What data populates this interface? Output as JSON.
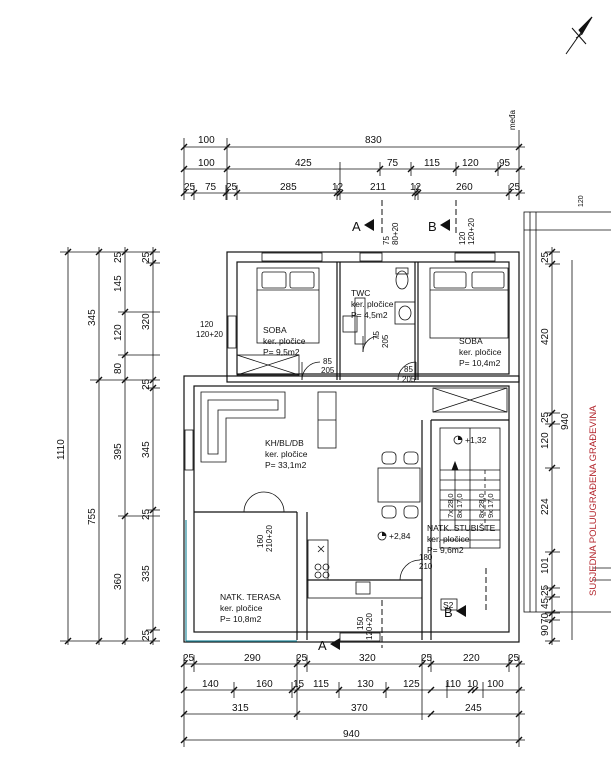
{
  "drawing": {
    "meda_label": "međa",
    "neighbor_label": "SUSJEDNA POLUUGRAĐENA GRAĐEVINA"
  },
  "dims": {
    "top_total": "830",
    "top_left_100": "100",
    "row2": [
      "100",
      "425",
      "75",
      "115",
      "120",
      "95"
    ],
    "row3": [
      "25",
      "75",
      "25",
      "285",
      "12",
      "211",
      "12",
      "260",
      "25"
    ],
    "bottom_row1": [
      "25",
      "290",
      "25",
      "320",
      "25",
      "220",
      "25"
    ],
    "bottom_row2": [
      "140",
      "160",
      "15",
      "115",
      "130",
      "125",
      "110",
      "10",
      "100"
    ],
    "bottom_row3": [
      "315",
      "370",
      "245"
    ],
    "bottom_total": "940",
    "left_total": "1110",
    "left_col1": [
      "345",
      "755"
    ],
    "left_col2": [
      "25",
      "145",
      "120",
      "80",
      "395",
      "360"
    ],
    "left_col3": [
      "320",
      "25",
      "345",
      "25",
      "335",
      "25"
    ],
    "right_col": [
      "25",
      "420",
      "25",
      "120",
      "224",
      "101",
      "25",
      "45",
      "70",
      "25",
      "90"
    ],
    "right_940": "940",
    "right_top": [
      "120",
      "120",
      "205"
    ],
    "openings": {
      "twc_top": [
        "75",
        "80+20"
      ],
      "soba2_top": [
        "120",
        "120+20"
      ],
      "soba1_left": [
        "120",
        "120+20"
      ],
      "door1": [
        "85",
        "205"
      ],
      "door2": [
        "85",
        "205"
      ],
      "twc_door": [
        "75",
        "205"
      ],
      "terrace_door": [
        "160",
        "210+20"
      ],
      "stair_door": [
        "180",
        "210"
      ],
      "kitchen_window": [
        "120+20",
        "150"
      ]
    }
  },
  "rooms": [
    {
      "name": "SOBA",
      "finish": "ker. pločice",
      "area": "P= 9,5m2"
    },
    {
      "name": "TWC",
      "finish": "ker. pločice",
      "area": "P= 4,5m2"
    },
    {
      "name": "SOBA",
      "finish": "ker. pločice",
      "area": "P= 10,4m2"
    },
    {
      "name": "KH/BL/DB",
      "finish": "ker. pločice",
      "area": "P= 33,1m2"
    },
    {
      "name": "NATK. STUBIŠTE",
      "finish": "ker. pločice",
      "area": "P= 9,6m2"
    },
    {
      "name": "NATK. TERASA",
      "finish": "ker. pločice",
      "area": "P= 10,8m2"
    }
  ],
  "levels": [
    "+1,32",
    "+2,84"
  ],
  "stairs": [
    "7x 28,0",
    "8x 17,0",
    "8x 28,0",
    "9x 17,0"
  ],
  "sections": {
    "a": "A",
    "b": "B"
  },
  "window_tag": "S2",
  "colors": {
    "line": "#111111",
    "accent_red": "#b3262d",
    "terrace_edge": "#2a8ea0"
  }
}
